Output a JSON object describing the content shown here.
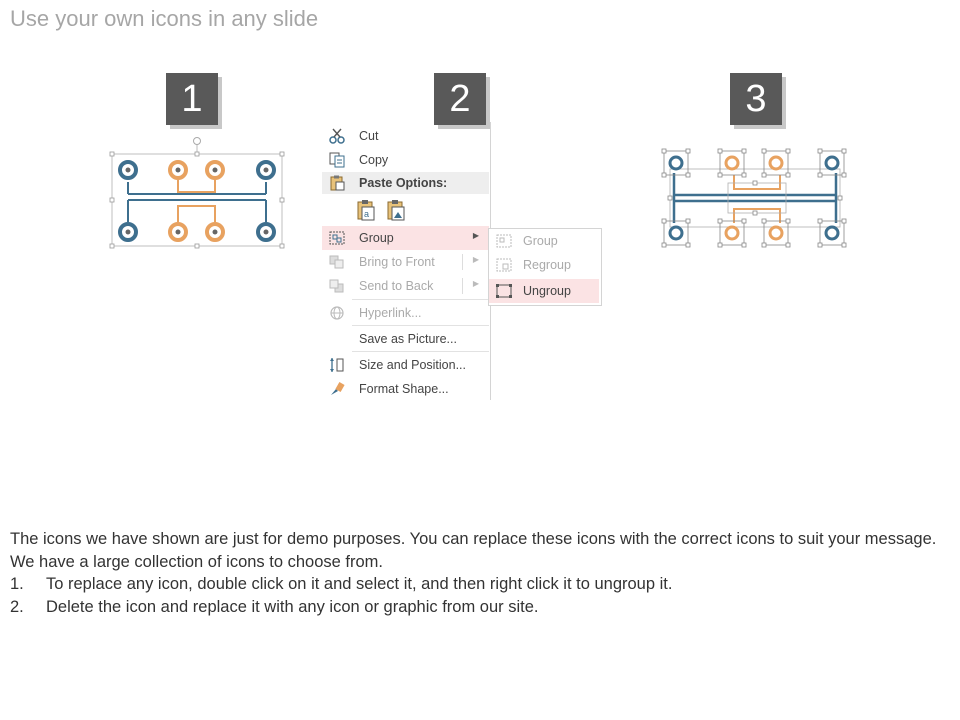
{
  "title": "Use your own icons in any slide",
  "steps": [
    "1",
    "2",
    "3"
  ],
  "context_menu": {
    "items": [
      {
        "label": "Cut",
        "icon": "scissors-icon",
        "state": "enabled"
      },
      {
        "label": "Copy",
        "icon": "copy-icon",
        "state": "enabled"
      },
      {
        "label": "Paste Options:",
        "icon": "clipboard-icon",
        "state": "header"
      },
      {
        "label": "Group",
        "icon": "group-icon",
        "state": "highlighted",
        "submenu": true
      },
      {
        "label": "Bring to Front",
        "icon": "bring-front-icon",
        "state": "disabled",
        "submenu": true
      },
      {
        "label": "Send to Back",
        "icon": "send-back-icon",
        "state": "disabled",
        "submenu": true
      },
      {
        "label": "Hyperlink...",
        "icon": "hyperlink-icon",
        "state": "disabled"
      },
      {
        "label": "Save as Picture...",
        "icon": "",
        "state": "enabled"
      },
      {
        "label": "Size and Position...",
        "icon": "size-position-icon",
        "state": "enabled"
      },
      {
        "label": "Format Shape...",
        "icon": "format-shape-icon",
        "state": "enabled"
      }
    ],
    "submenu": [
      {
        "label": "Group",
        "state": "disabled"
      },
      {
        "label": "Regroup",
        "state": "disabled"
      },
      {
        "label": "Ungroup",
        "state": "highlighted"
      }
    ]
  },
  "colors": {
    "blue": "#3e6f8e",
    "orange": "#e8a260",
    "step_bg": "#595959",
    "highlight": "#fbe3e4"
  },
  "description": {
    "intro": "The icons we have shown are just for demo purposes. You can replace these icons with the correct icons to suit your message. We have a large collection of icons to choose from.",
    "steps": [
      {
        "num": "1.",
        "text": "To replace any icon, double click on it and select it, and then right click it to ungroup it."
      },
      {
        "num": "2.",
        "text": "Delete the icon and replace it with any icon or graphic from our site."
      }
    ]
  }
}
